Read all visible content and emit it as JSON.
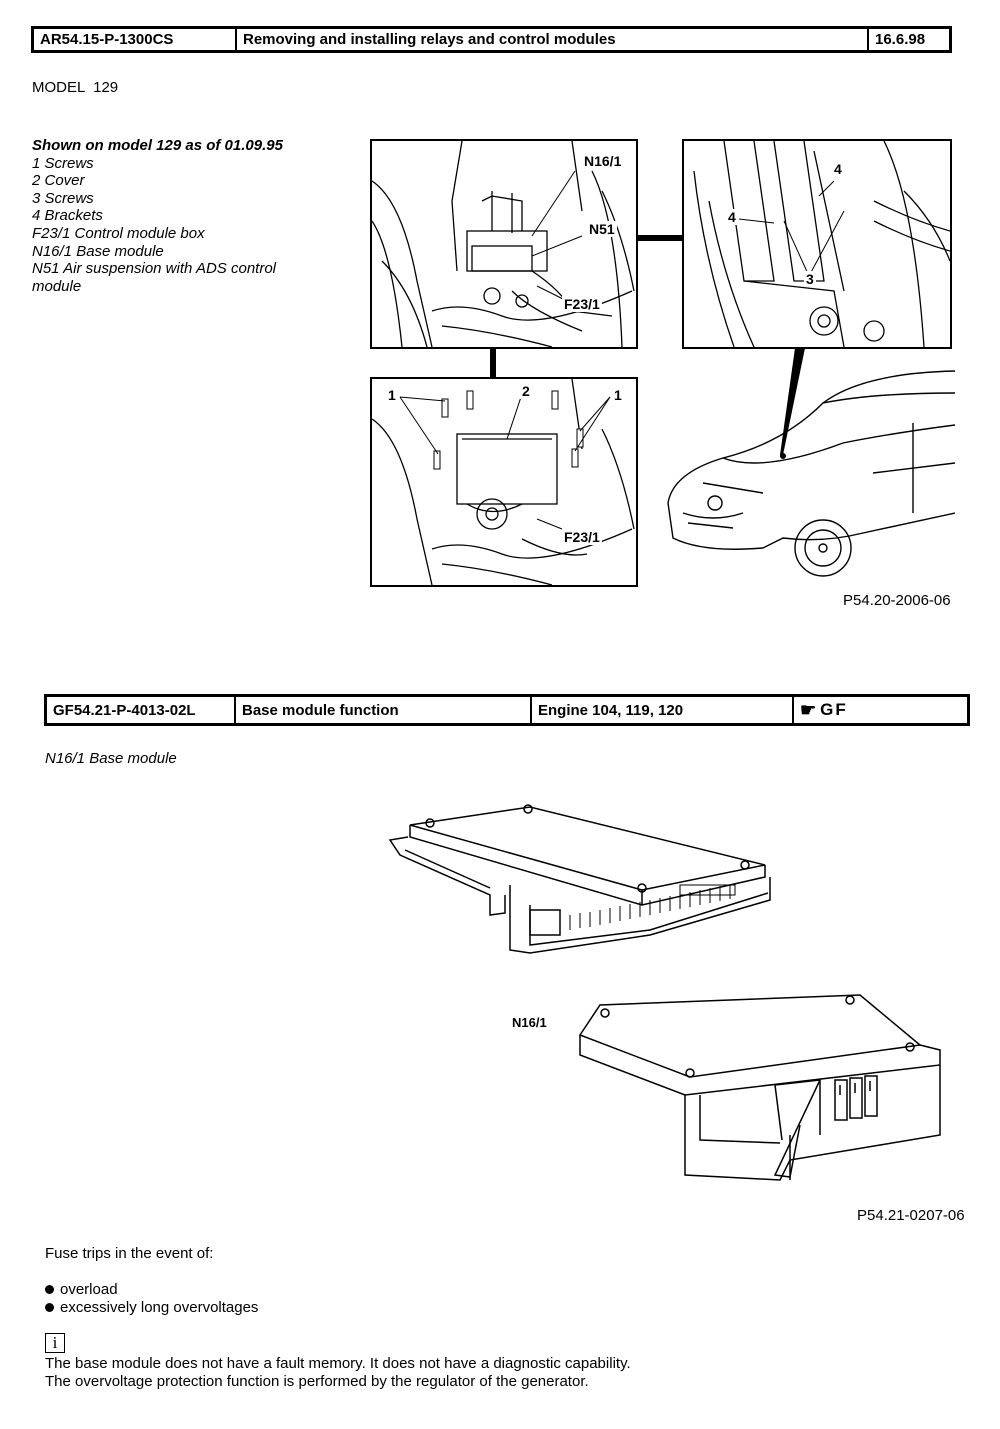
{
  "header1": {
    "code": "AR54.15-P-1300CS",
    "title": "Removing and installing relays and control modules",
    "date": "16.6.98"
  },
  "model_line": "MODEL  129",
  "legend": {
    "heading": "Shown on model 129 as of 01.09.95",
    "items": [
      "1 Screws",
      "2 Cover",
      "3 Screws",
      "4 Brackets",
      "F23/1 Control module box",
      "N16/1 Base module",
      "N51 Air suspension with ADS control",
      "module"
    ]
  },
  "figure1": {
    "labels": {
      "n16_1": "N16/1",
      "n51": "N51",
      "f23_1_top": "F23/1",
      "f23_1_bottom": "F23/1",
      "one_left": "1",
      "two": "2",
      "one_right": "1",
      "four_a": "4",
      "four_b": "4",
      "three": "3"
    },
    "caption": "P54.20-2006-06"
  },
  "header2": {
    "code": "GF54.21-P-4013-02L",
    "title": "Base module function",
    "engine": "Engine 104, 119, 120",
    "tag": "GF",
    "tag_icon": "pointing-hand-icon"
  },
  "section2_title": "N16/1 Base module",
  "figure2": {
    "label": "N16/1",
    "caption": "P54.21-0207-06"
  },
  "fuse": {
    "intro": "Fuse trips in the event of:",
    "items": [
      "overload",
      "excessively long overvoltages"
    ]
  },
  "info": {
    "icon": "i",
    "lines": [
      "The base module does not have a fault memory. It does not have a diagnostic capability.",
      "The overvoltage protection function is performed by the regulator of the generator."
    ]
  }
}
